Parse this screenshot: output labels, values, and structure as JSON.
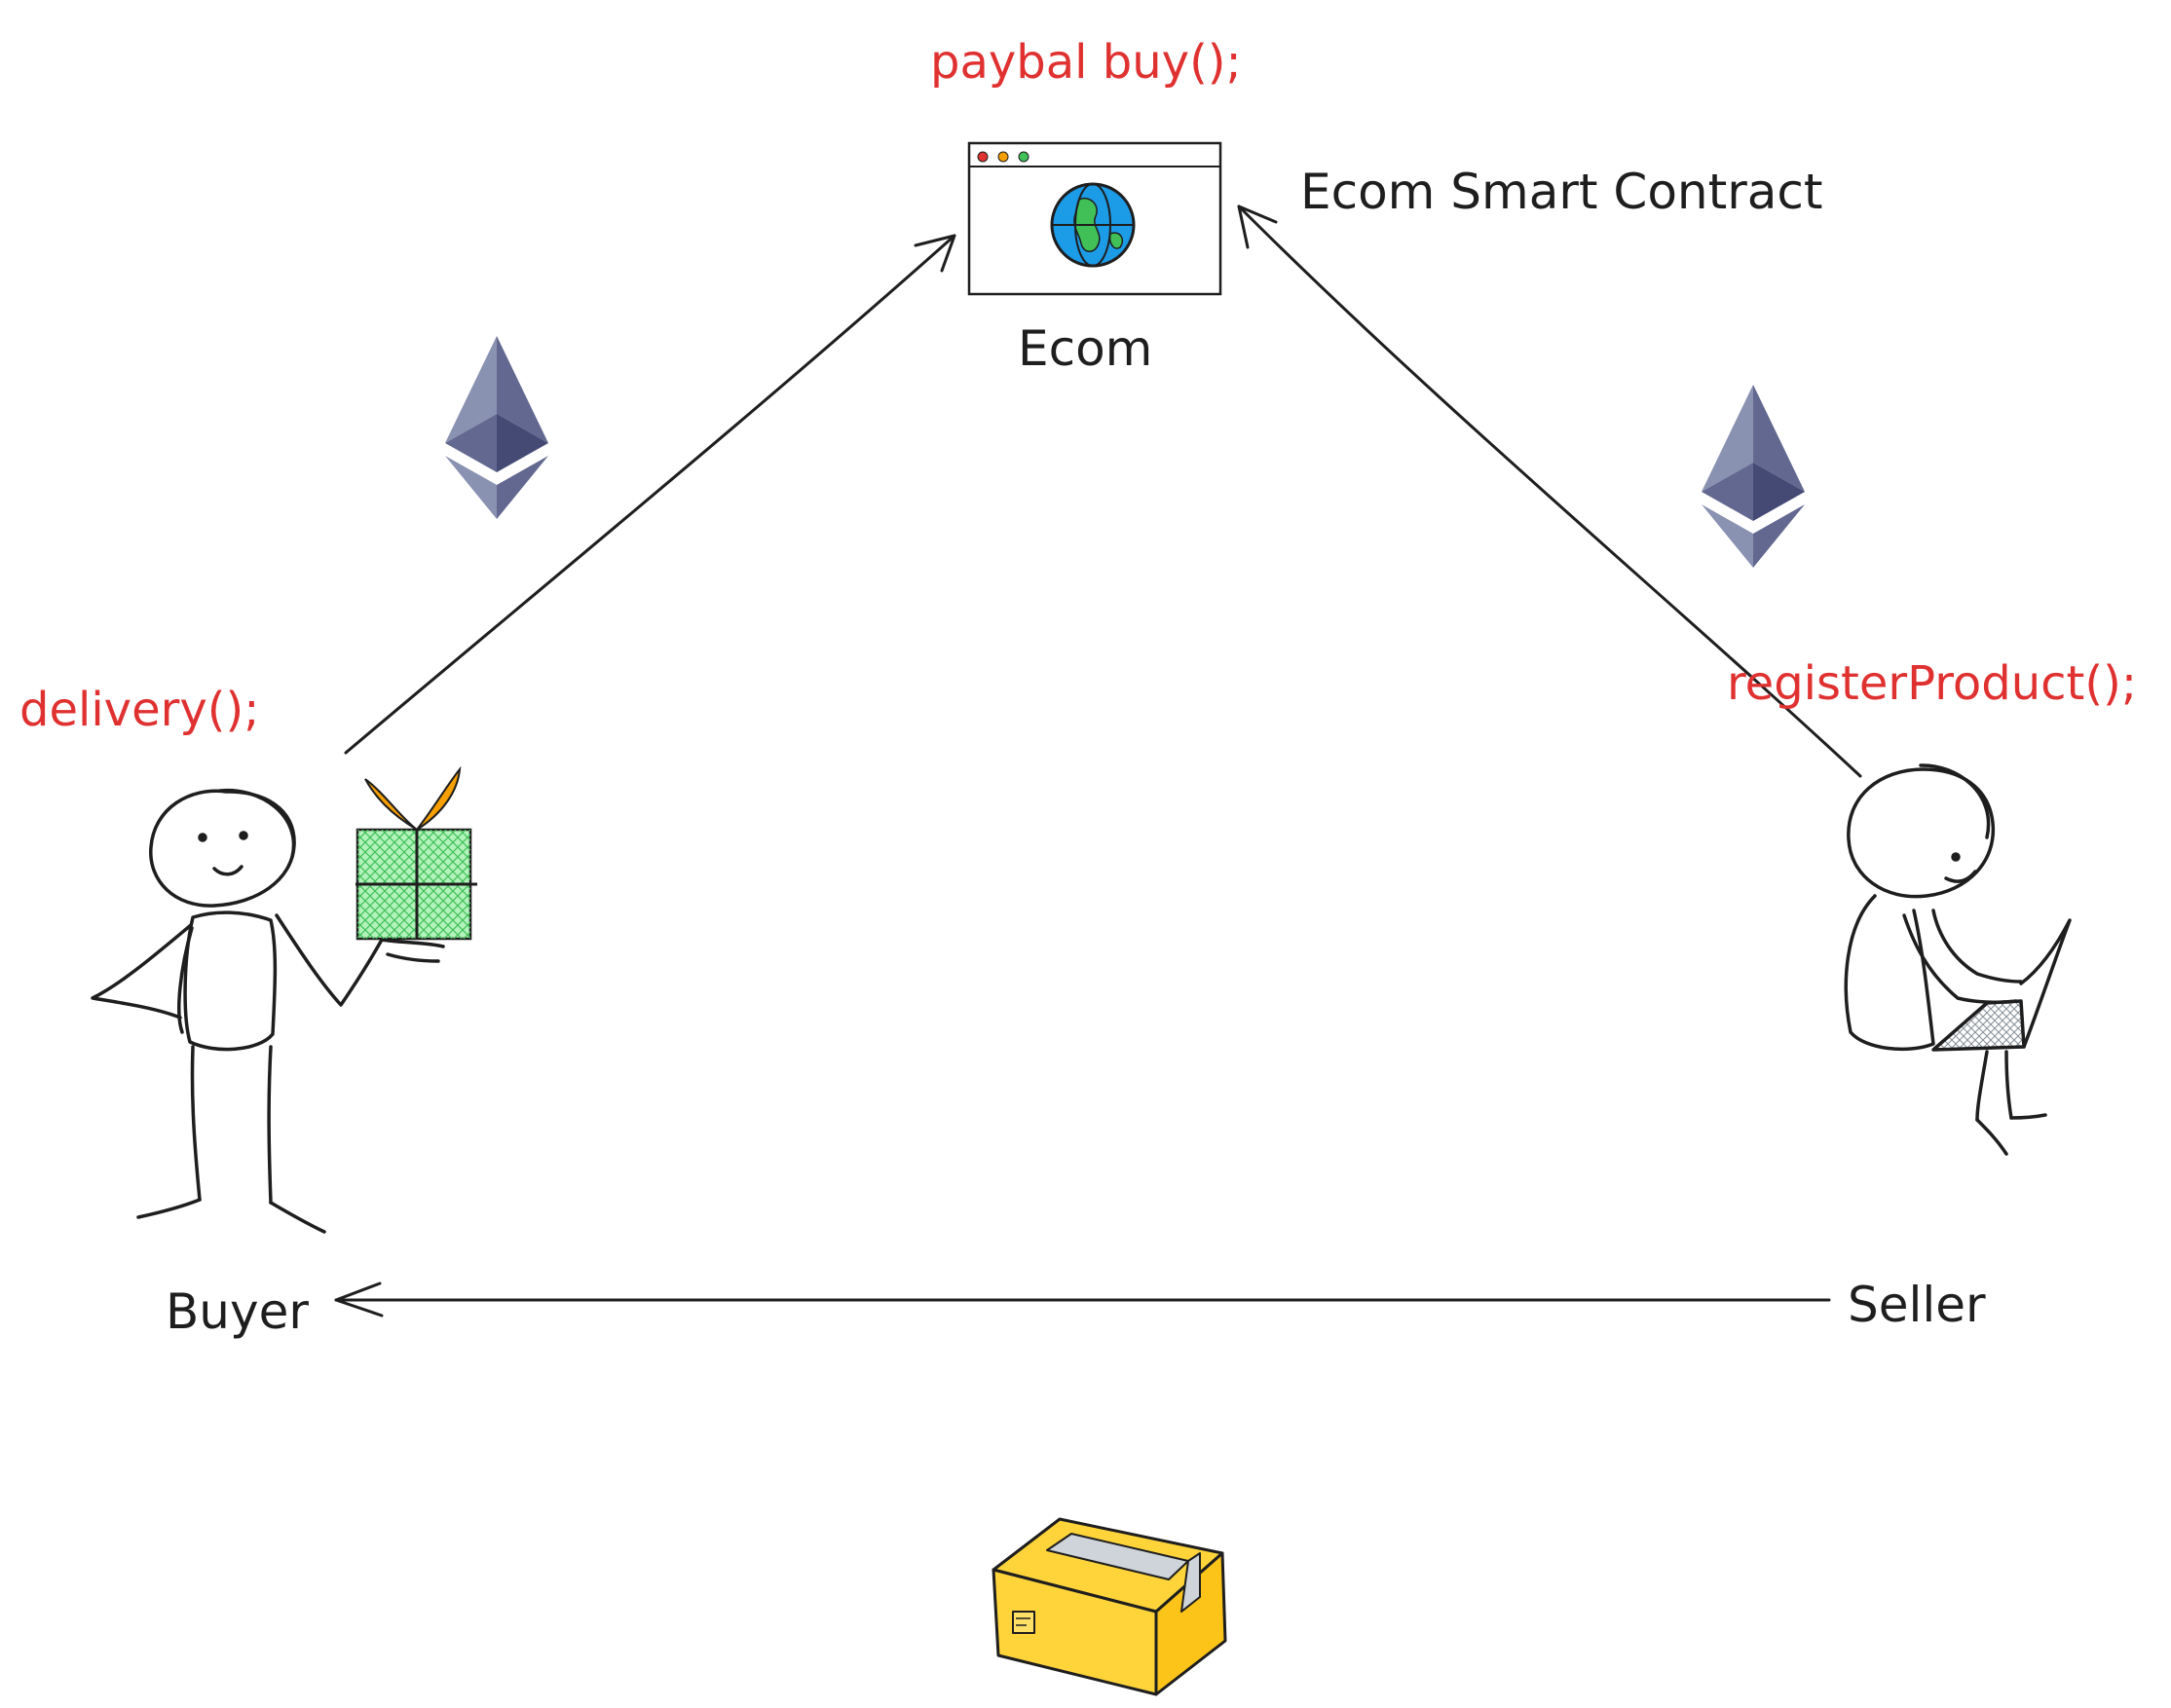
{
  "labels": {
    "paybal": "paybal buy();",
    "ecom_smart_contract": "Ecom Smart Contract",
    "ecom": "Ecom",
    "delivery": "delivery();",
    "register_product": "registerProduct();",
    "buyer": "Buyer",
    "seller": "Seller"
  },
  "colors": {
    "ink": "#1e1e1e",
    "function_text": "#e03131",
    "ethereum_light": "#8a92b2",
    "ethereum_mid": "#62688f",
    "ethereum_dark": "#454a75",
    "globe_blue": "#1c9be6",
    "globe_green": "#40c057",
    "gift_green": "#b2f2bb",
    "bow_orange": "#f59f00",
    "box_yellow": "#ffd43b",
    "tape_gray": "#ced4da"
  },
  "icons": {
    "ecom": "browser-window-globe-icon",
    "ethereum": "ethereum-icon",
    "buyer": "stick-figure-with-gift-icon",
    "seller": "stick-figure-with-laptop-icon",
    "package": "cardboard-box-icon"
  }
}
